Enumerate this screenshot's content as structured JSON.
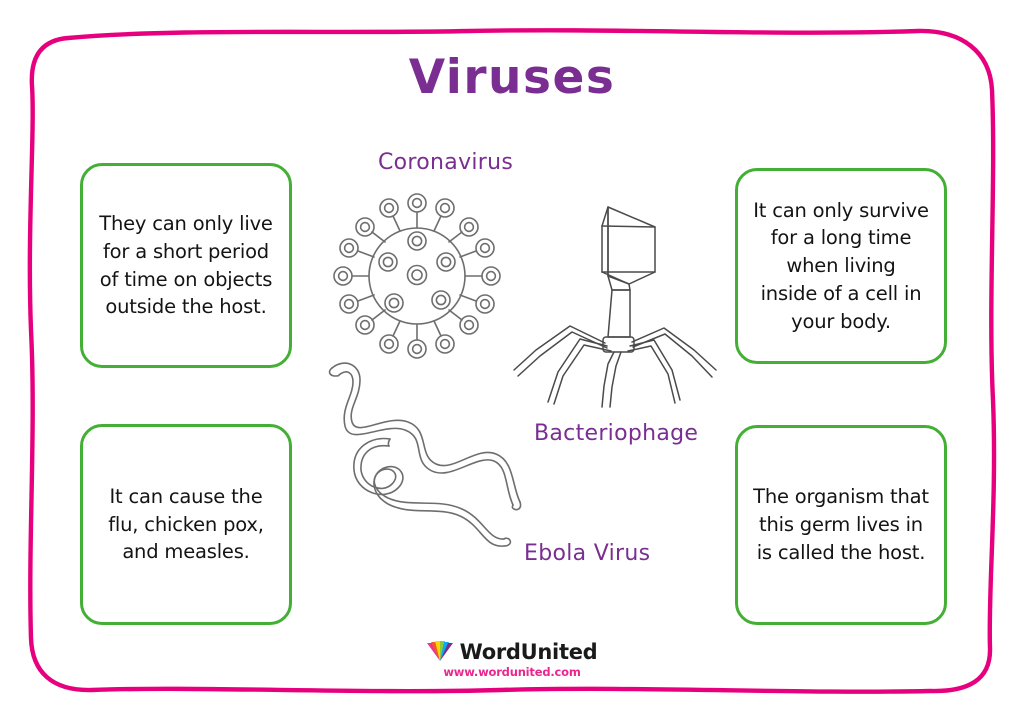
{
  "page": {
    "title": "Viruses",
    "title_color": "#7A2E91",
    "frame_color": "#E6007E",
    "box_border_color": "#44AF35",
    "ink_color": "#6e6e6e",
    "background": "#ffffff"
  },
  "fact_boxes": [
    {
      "id": "top-left",
      "text": "They can only live\nfor a short period\nof time on objects\noutside the host."
    },
    {
      "id": "top-right",
      "text": "It can only survive\nfor a long time\nwhen living\ninside of a cell in\nyour body."
    },
    {
      "id": "bottom-left",
      "text": "It can cause the\nflu, chicken pox,\nand measles."
    },
    {
      "id": "bottom-right",
      "text": "The organism that\nthis germ lives in\nis called the host."
    }
  ],
  "illustrations": [
    {
      "id": "coronavirus",
      "label": "Coronavirus",
      "icon": "coronavirus-line-art"
    },
    {
      "id": "bacteriophage",
      "label": "Bacteriophage",
      "icon": "bacteriophage-line-art"
    },
    {
      "id": "ebola",
      "label": "Ebola Virus",
      "icon": "ebola-filament-line-art"
    }
  ],
  "footer": {
    "brand": "WordUnited",
    "url": "www.wordunited.com",
    "url_color": "#EC268F",
    "logo_icon": "wordunited-fan-logo",
    "logo_colors": [
      "#E8368F",
      "#F05A28",
      "#FFD400",
      "#8DC63F",
      "#00AEEF",
      "#7B2D8E"
    ]
  }
}
